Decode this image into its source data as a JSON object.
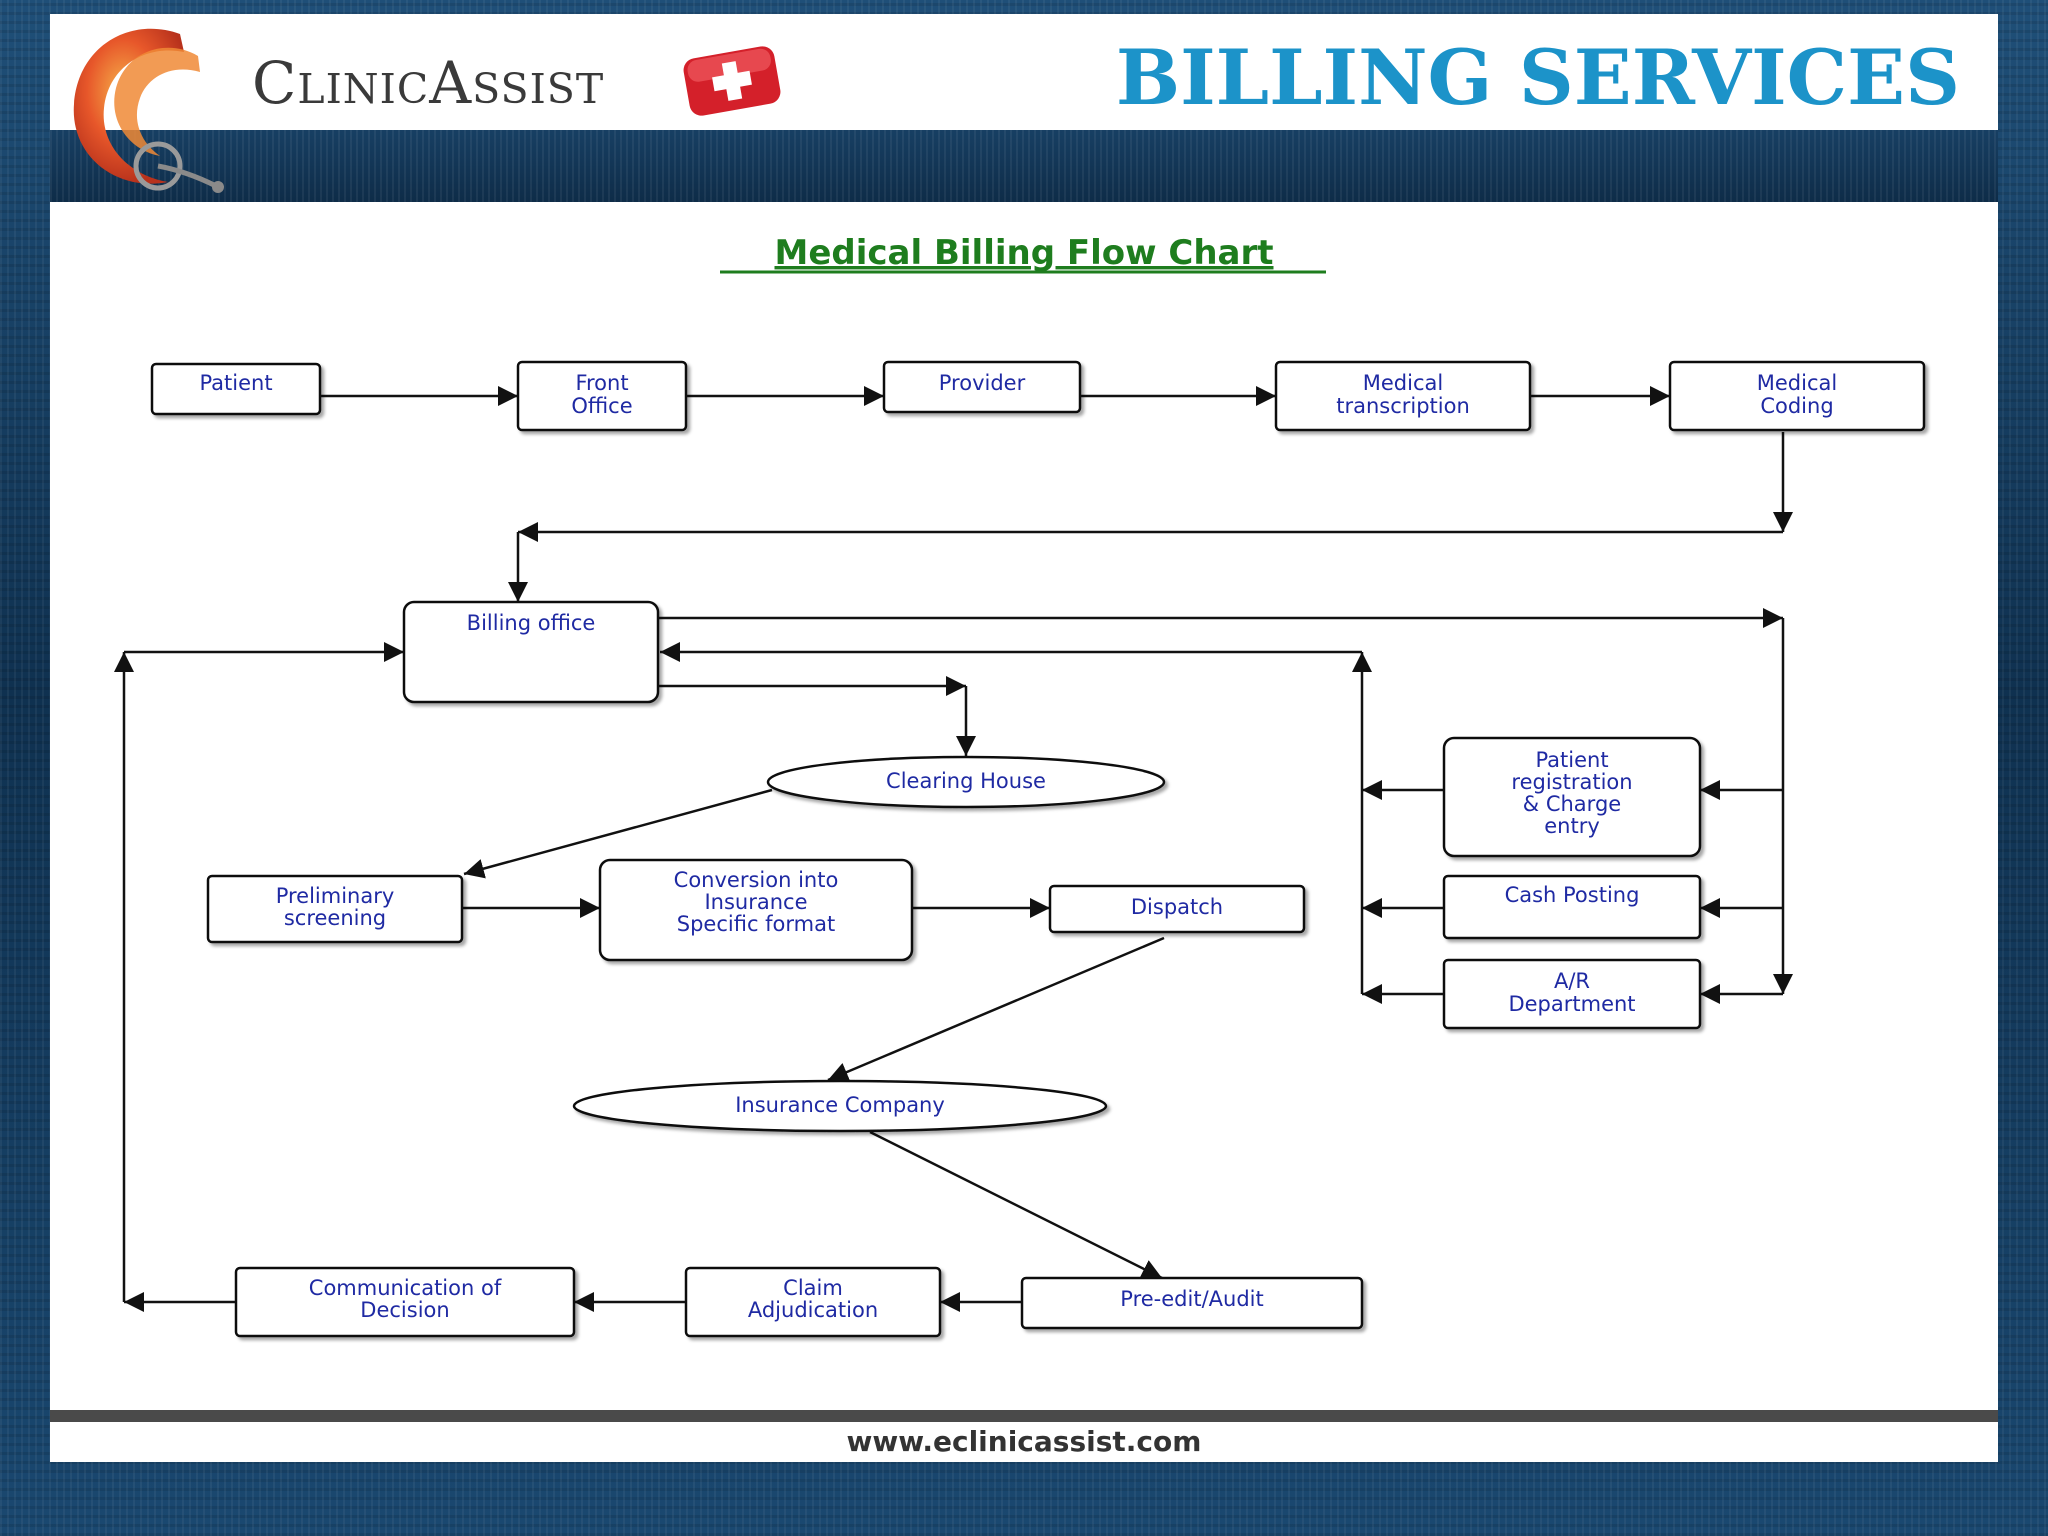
{
  "header": {
    "brand": "ClinicAssist",
    "title": "BILLING SERVICES"
  },
  "diagram": {
    "title": "Medical Billing Flow Chart",
    "nodes": {
      "patient": [
        "Patient"
      ],
      "front_office": [
        "Front",
        "Office"
      ],
      "provider": [
        "Provider"
      ],
      "medical_transcription": [
        "Medical",
        "transcription"
      ],
      "medical_coding": [
        "Medical",
        "Coding"
      ],
      "billing_office": [
        "Billing office"
      ],
      "clearing_house": [
        "Clearing House"
      ],
      "preliminary_screening": [
        "Preliminary",
        "screening"
      ],
      "conversion": [
        "Conversion into",
        "Insurance",
        "Specific format"
      ],
      "dispatch": [
        "Dispatch"
      ],
      "insurance_company": [
        "Insurance Company"
      ],
      "pre_edit_audit": [
        "Pre-edit/Audit"
      ],
      "claim_adjudication": [
        "Claim",
        "Adjudication"
      ],
      "communication_of_decision": [
        "Communication of",
        "Decision"
      ],
      "patient_registration": [
        "Patient",
        "registration",
        "& Charge",
        "entry"
      ],
      "cash_posting": [
        "Cash Posting"
      ],
      "ar_department": [
        "A/R",
        "Department"
      ]
    }
  },
  "footer": {
    "url": "www.eclinicassist.com"
  }
}
